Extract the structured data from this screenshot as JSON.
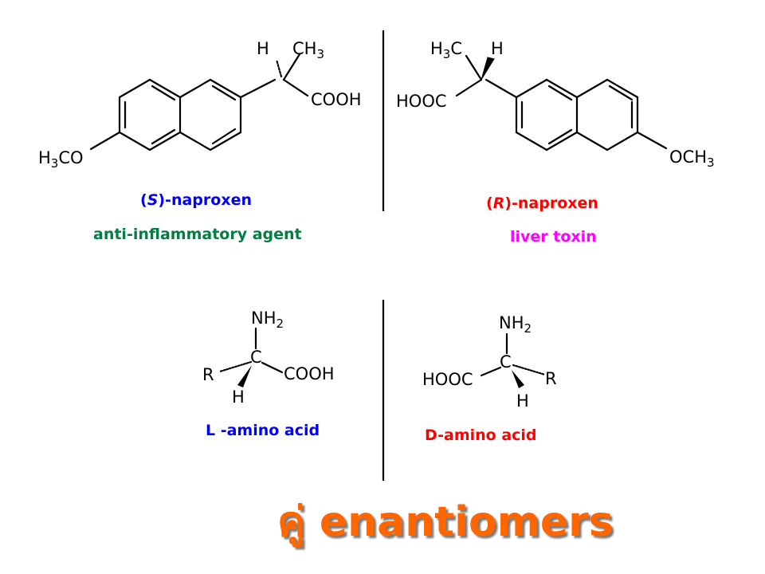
{
  "title": "คู่ enantiomers",
  "colors": {
    "s_label": "#0000ff",
    "s_role": "#008040",
    "r_label": "#ff0000",
    "r_role": "#ff00ff",
    "title": "#ff6600"
  },
  "s_naproxen": {
    "label_pre": "(",
    "label_config": "S",
    "label_post": ")-naproxen",
    "role": "anti-inflammatory agent",
    "atoms": {
      "h": "H",
      "ch3_c": "CH",
      "ch3_sub": "3",
      "cooh": "COOH",
      "och3_h": "H",
      "och3_sub": "3",
      "och3_rest": "CO"
    }
  },
  "r_naproxen": {
    "label_pre": "(",
    "label_config": "R",
    "label_post": ")-naproxen",
    "role": "liver toxin",
    "atoms": {
      "h3c_h": "H",
      "h3c_sub": "3",
      "h3c_c": "C",
      "h": "H",
      "hooc": "HOOC",
      "och3_main": "OCH",
      "och3_sub": "3"
    }
  },
  "l_amino_acid": {
    "label": "L -amino acid",
    "atoms": {
      "nh2_main": "NH",
      "nh2_sub": "2",
      "c": "C",
      "r": "R",
      "cooh": "COOH",
      "h": "H"
    }
  },
  "d_amino_acid": {
    "label": "D-amino acid",
    "atoms": {
      "nh2_main": "NH",
      "nh2_sub": "2",
      "c": "C",
      "hooc": "HOOC",
      "r": "R",
      "h": "H"
    }
  }
}
